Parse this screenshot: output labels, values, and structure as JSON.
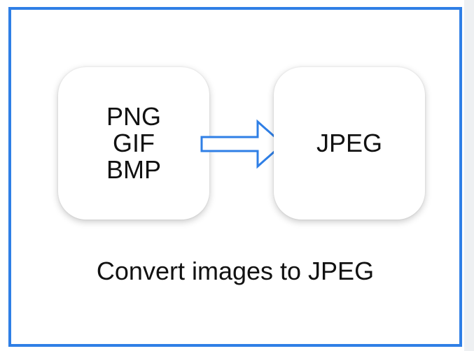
{
  "source_formats": [
    "PNG",
    "GIF",
    "BMP"
  ],
  "target_format": "JPEG",
  "caption": "Convert images to JPEG",
  "colors": {
    "border": "#2f7fe6",
    "arrow": "#2f7fe6",
    "text": "#111111",
    "side_strip": "#eef0f2"
  },
  "icons": {
    "arrow": "right-arrow-icon"
  }
}
